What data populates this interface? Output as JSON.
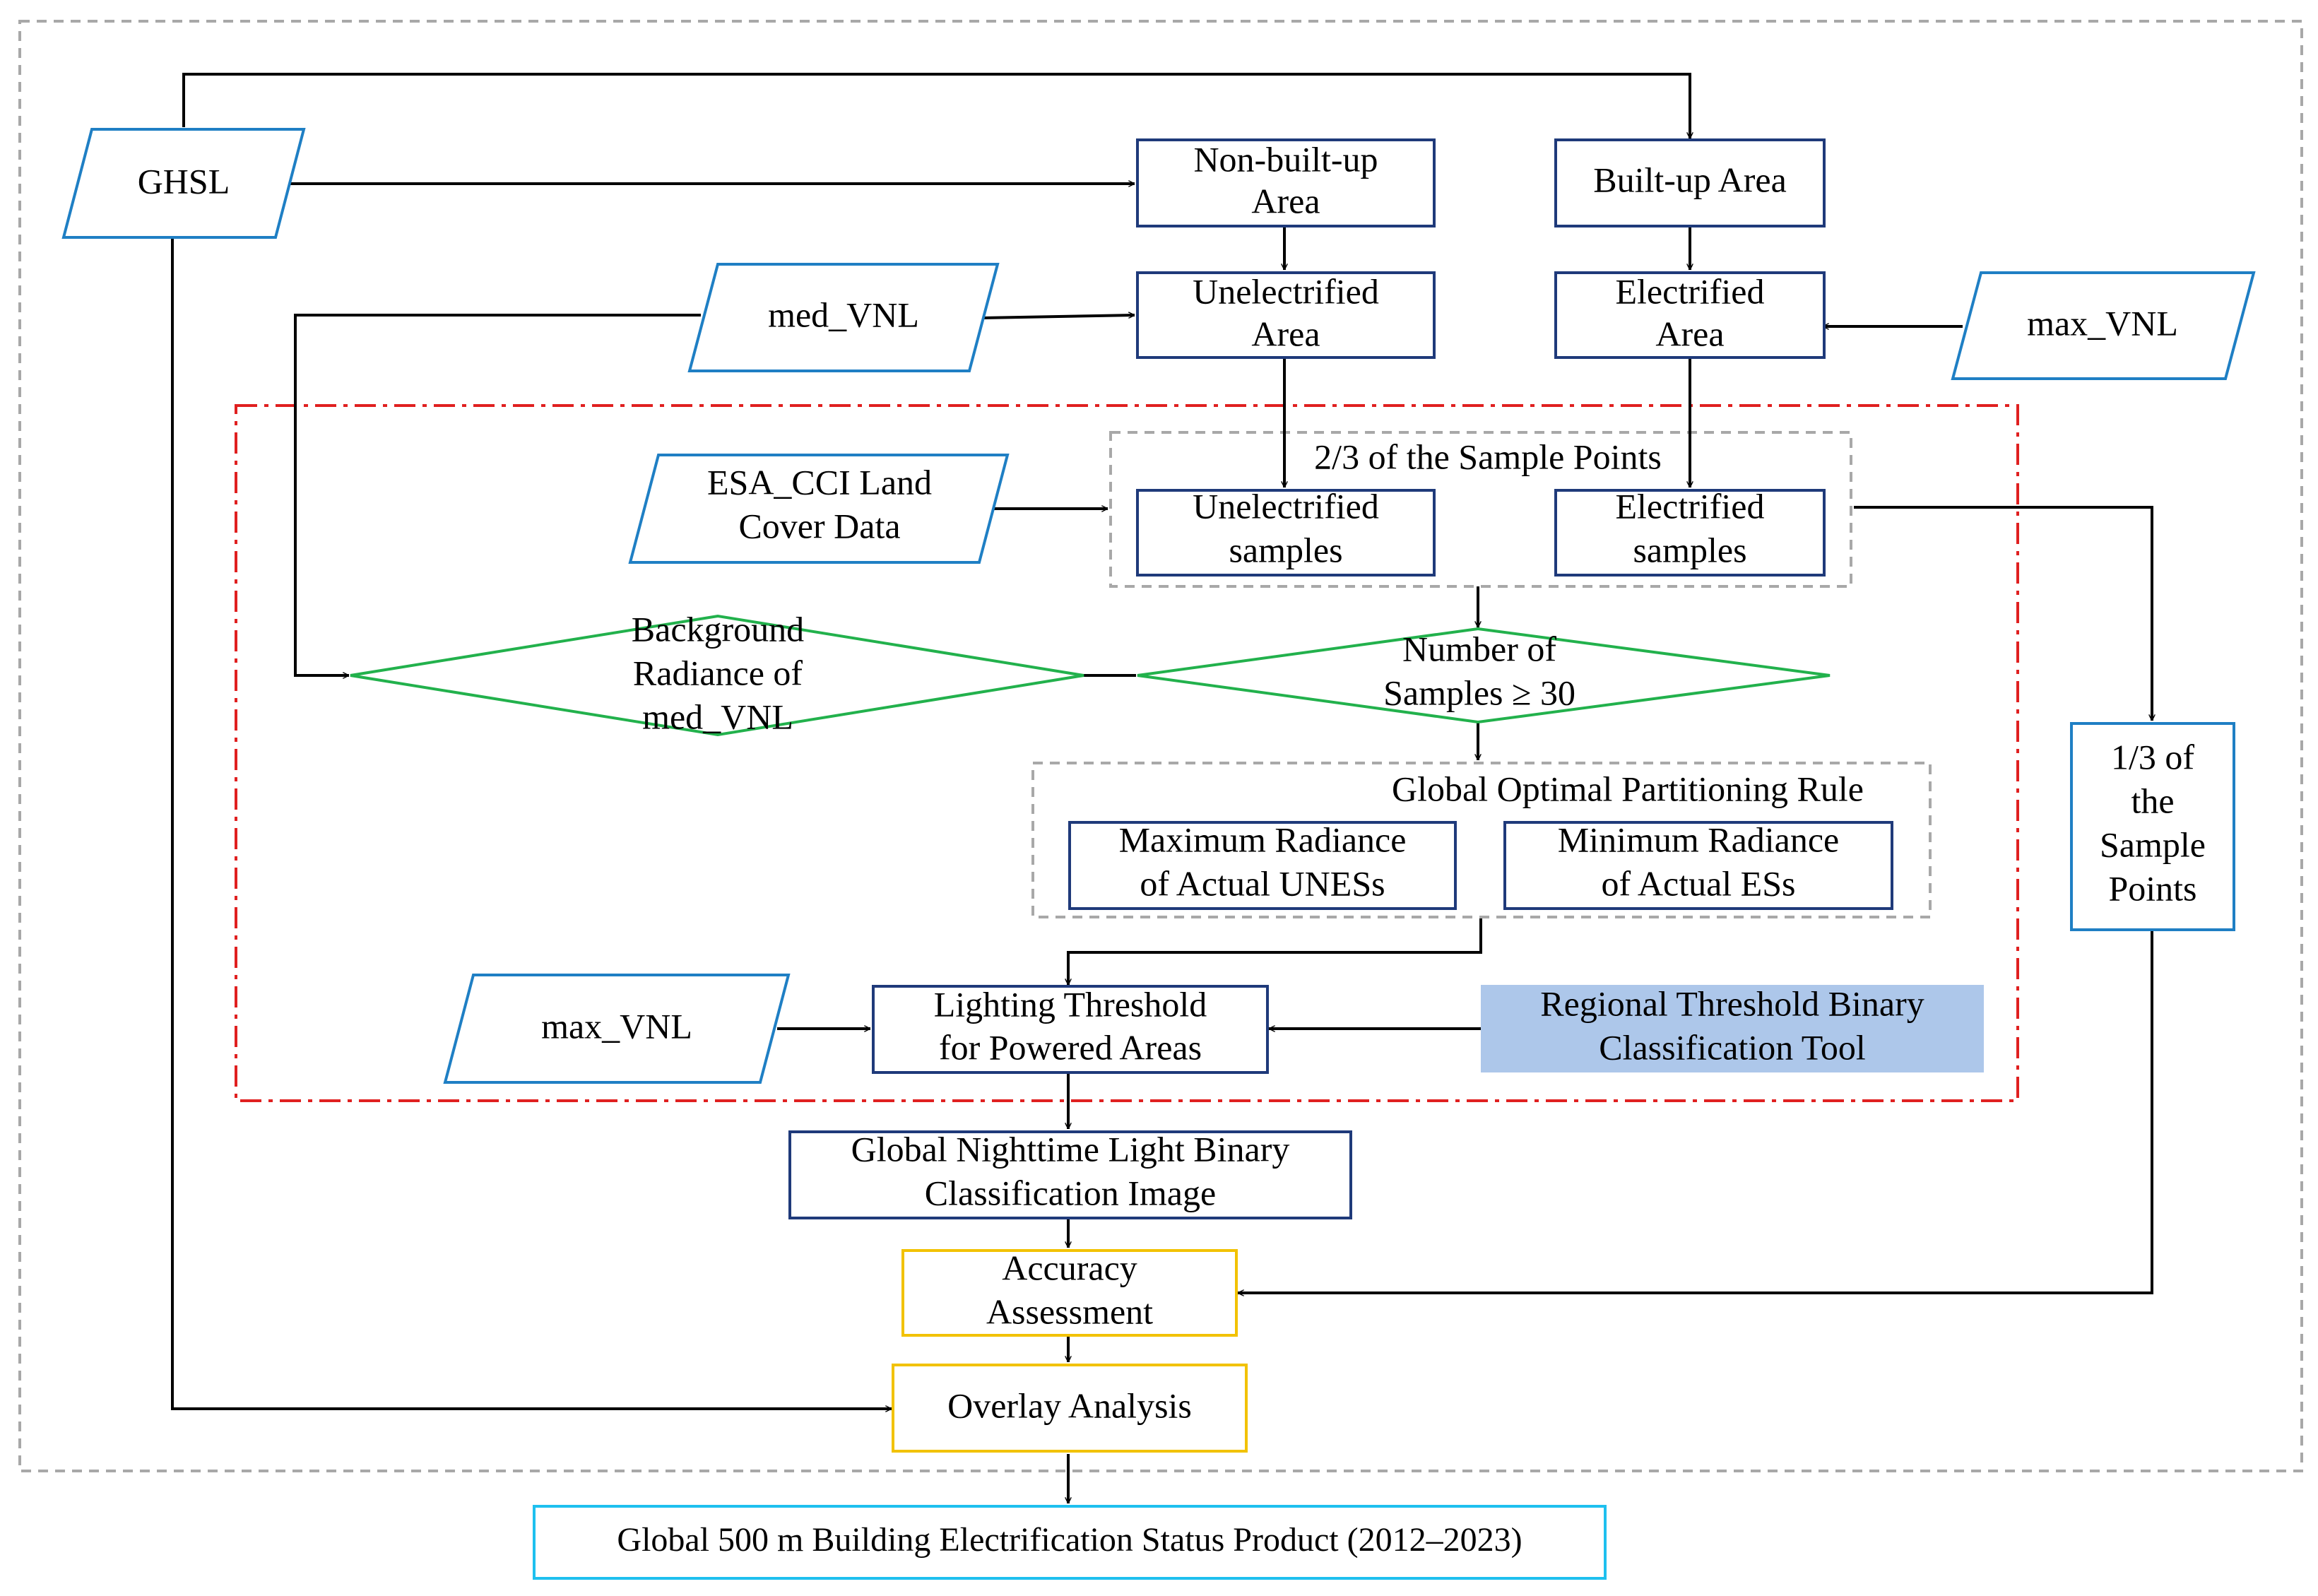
{
  "inputs": {
    "ghsl": "GHSL",
    "med_vnl": "med_VNL",
    "max_vnl_top": "max_VNL",
    "esa_cci": [
      "ESA_CCI Land",
      "Cover Data"
    ],
    "max_vnl_bottom": "max_VNL"
  },
  "process": {
    "non_built_up": [
      "Non-built-up",
      "Area"
    ],
    "built_up": "Built-up Area",
    "unelectrified_area": [
      "Unelectrified",
      "Area"
    ],
    "electrified_area": [
      "Electrified",
      "Area"
    ],
    "sample_points_group": "2/3 of the Sample Points",
    "unelectrified_samples": [
      "Unelectrified",
      "samples"
    ],
    "electrified_samples": [
      "Electrified",
      "samples"
    ],
    "holdout_samples": [
      "1/3 of",
      "the",
      "Sample",
      "Points"
    ],
    "partition_group": "Global Optimal Partitioning Rule",
    "max_radiance": [
      "Maximum Radiance",
      "of Actual UNESs"
    ],
    "min_radiance": [
      "Minimum Radiance",
      "of Actual ESs"
    ],
    "lighting_threshold": [
      "Lighting Threshold",
      "for Powered Areas"
    ],
    "regional_tool": [
      "Regional Threshold Binary",
      "Classification Tool"
    ],
    "binary_image": [
      "Global Nighttime Light Binary",
      "Classification Image"
    ],
    "accuracy": [
      "Accuracy",
      "Assessment"
    ],
    "overlay": "Overlay Analysis"
  },
  "decisions": {
    "background": [
      "Background",
      "Radiance of",
      "med_VNL"
    ],
    "num_samples": [
      "Number of",
      "Samples ≥ 30"
    ]
  },
  "output": {
    "product": "Global 500 m Building Electrification Status Product (2012–2023)"
  },
  "colors": {
    "process_border": "#1f3a7a",
    "input_border": "#1f7fc4",
    "decision_border": "#22b14c",
    "assessment_border": "#f2c200",
    "output_border": "#1ec0ef",
    "tool_fill": "#adc7ea",
    "region_border": "#e02020",
    "group_border": "#a8a8a8"
  }
}
